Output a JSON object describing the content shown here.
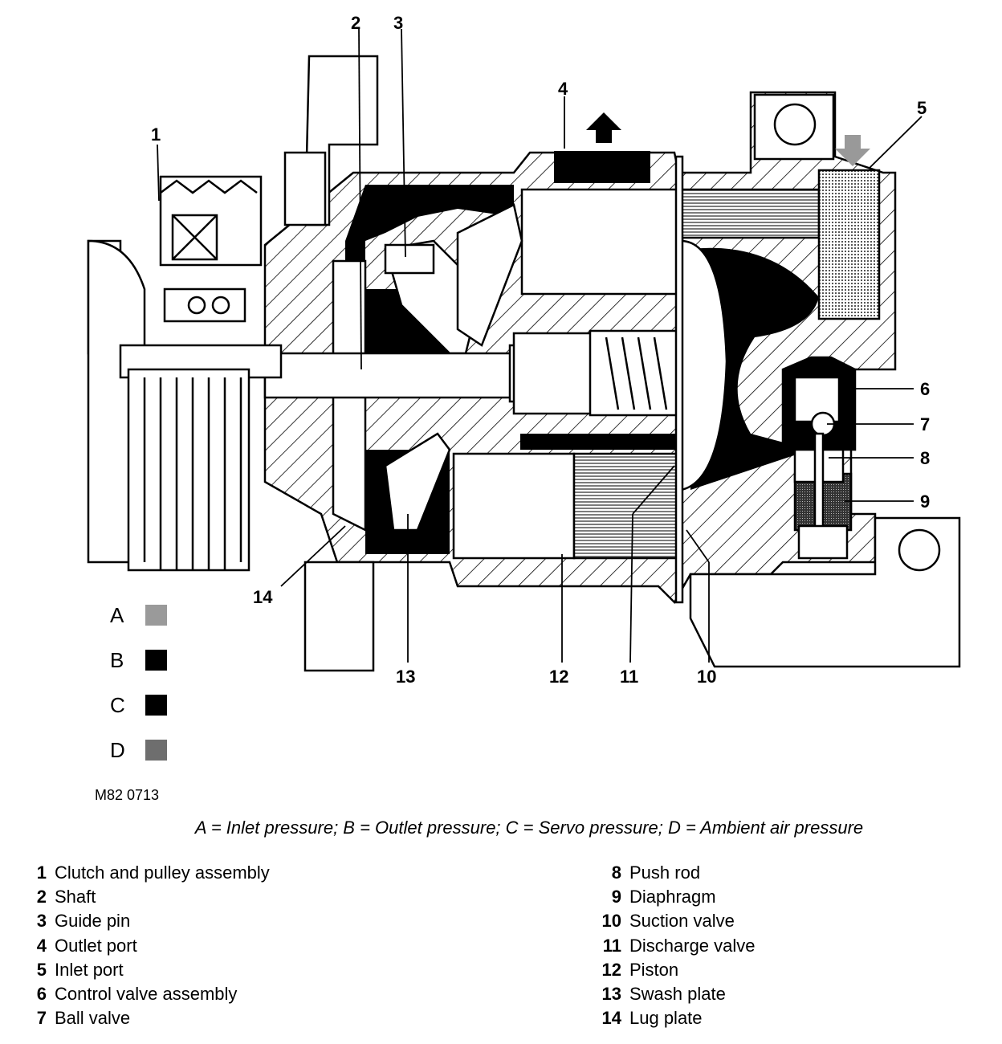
{
  "callouts": [
    "1",
    "2",
    "3",
    "4",
    "5",
    "6",
    "7",
    "8",
    "9",
    "10",
    "11",
    "12",
    "13",
    "14"
  ],
  "legend": [
    {
      "letter": "A",
      "fill": "#9a9a9a"
    },
    {
      "letter": "B",
      "fill": "#000000"
    },
    {
      "letter": "C",
      "fill": "#000000"
    },
    {
      "letter": "D",
      "fill": "#6e6e6e"
    }
  ],
  "figure_code": "M82 0713",
  "caption": "A = Inlet pressure; B = Outlet pressure; C = Servo pressure; D = Ambient air pressure",
  "parts": [
    {
      "num": "1",
      "label": "Clutch and pulley assembly"
    },
    {
      "num": "2",
      "label": "Shaft"
    },
    {
      "num": "3",
      "label": "Guide pin"
    },
    {
      "num": "4",
      "label": "Outlet port"
    },
    {
      "num": "5",
      "label": "Inlet port"
    },
    {
      "num": "6",
      "label": "Control valve assembly"
    },
    {
      "num": "7",
      "label": "Ball valve"
    },
    {
      "num": "8",
      "label": "Push rod"
    },
    {
      "num": "9",
      "label": "Diaphragm"
    },
    {
      "num": "10",
      "label": "Suction valve"
    },
    {
      "num": "11",
      "label": "Discharge valve"
    },
    {
      "num": "12",
      "label": "Piston"
    },
    {
      "num": "13",
      "label": "Swash plate"
    },
    {
      "num": "14",
      "label": "Lug plate"
    }
  ]
}
